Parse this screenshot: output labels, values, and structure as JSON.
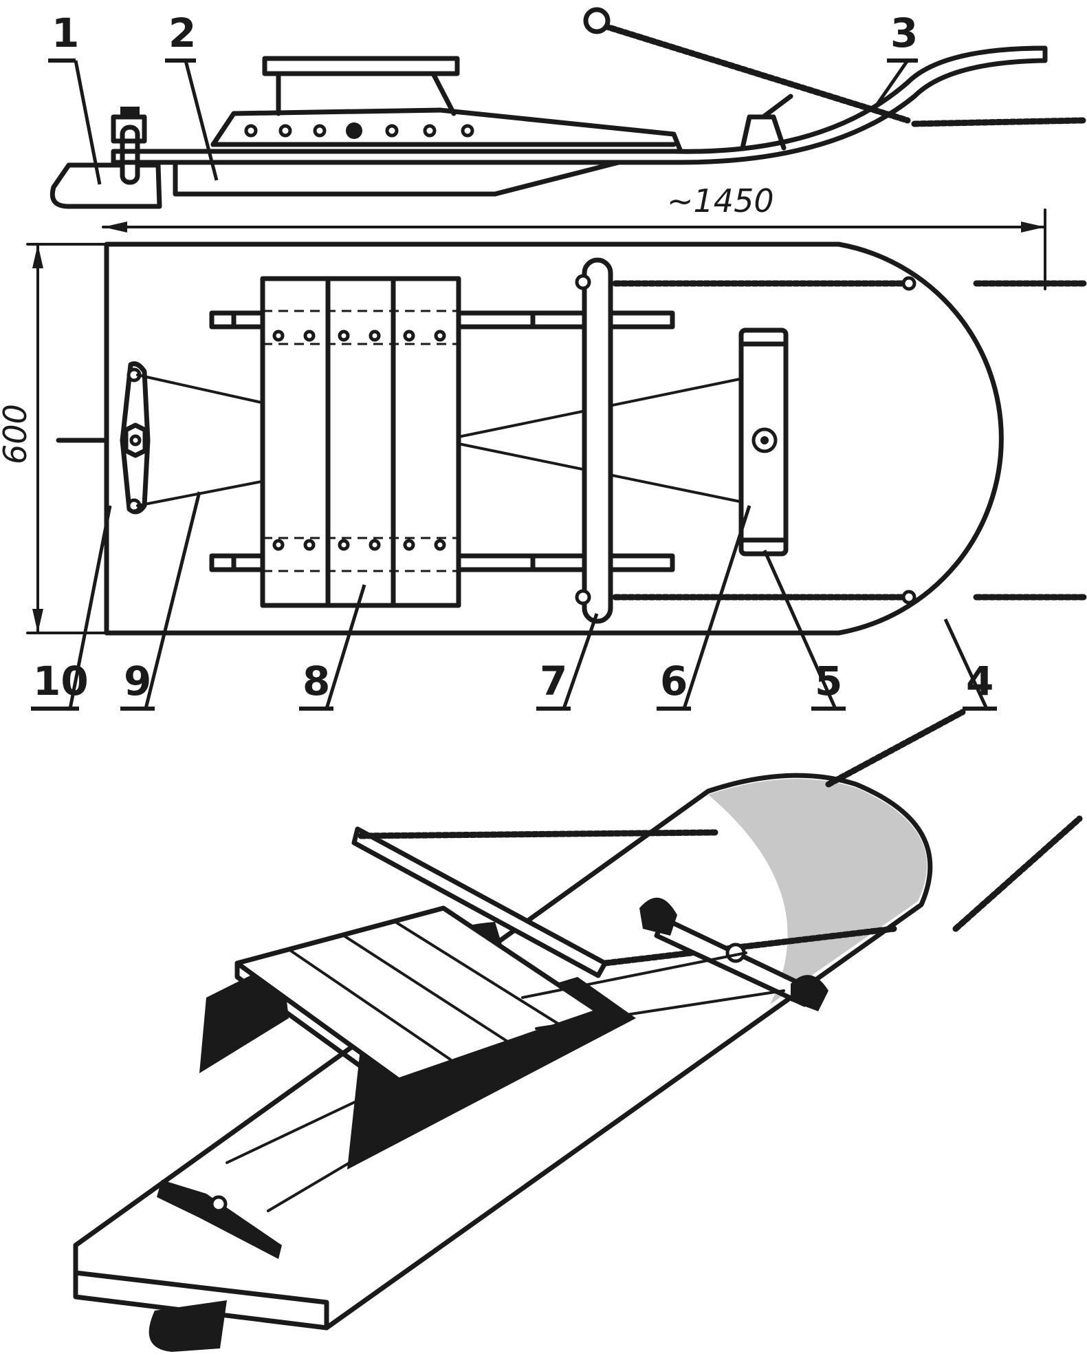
{
  "labels": {
    "l1": "1",
    "l2": "2",
    "l3": "3",
    "l4": "4",
    "l5": "5",
    "l6": "6",
    "l7": "7",
    "l8": "8",
    "l9": "9",
    "l10": "10"
  },
  "dimensions": {
    "length": "~1450",
    "width": "600"
  }
}
